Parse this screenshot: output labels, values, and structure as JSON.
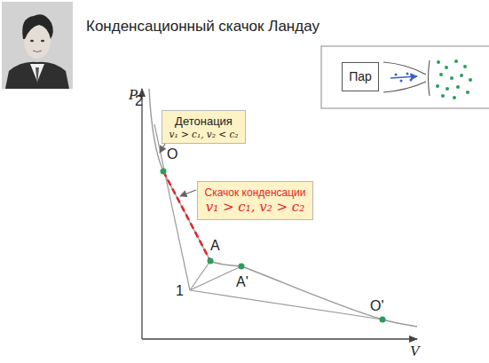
{
  "diagram": {
    "title": "Конденсационный скачок Ландау",
    "nodes": [
      {
        "text": [
          "Пар"
        ]
      },
      {
        "text": [
          "Детонация",
          "v₁ > c₁, v₂ < c₂"
        ]
      },
      {
        "text": [
          "Скачок конденсации",
          "v₁ > c₁, v₂ > c₂"
        ]
      }
    ],
    "labels": [
      "P",
      "2",
      "O",
      "A",
      "A'",
      "1",
      "O'",
      "V"
    ]
  }
}
